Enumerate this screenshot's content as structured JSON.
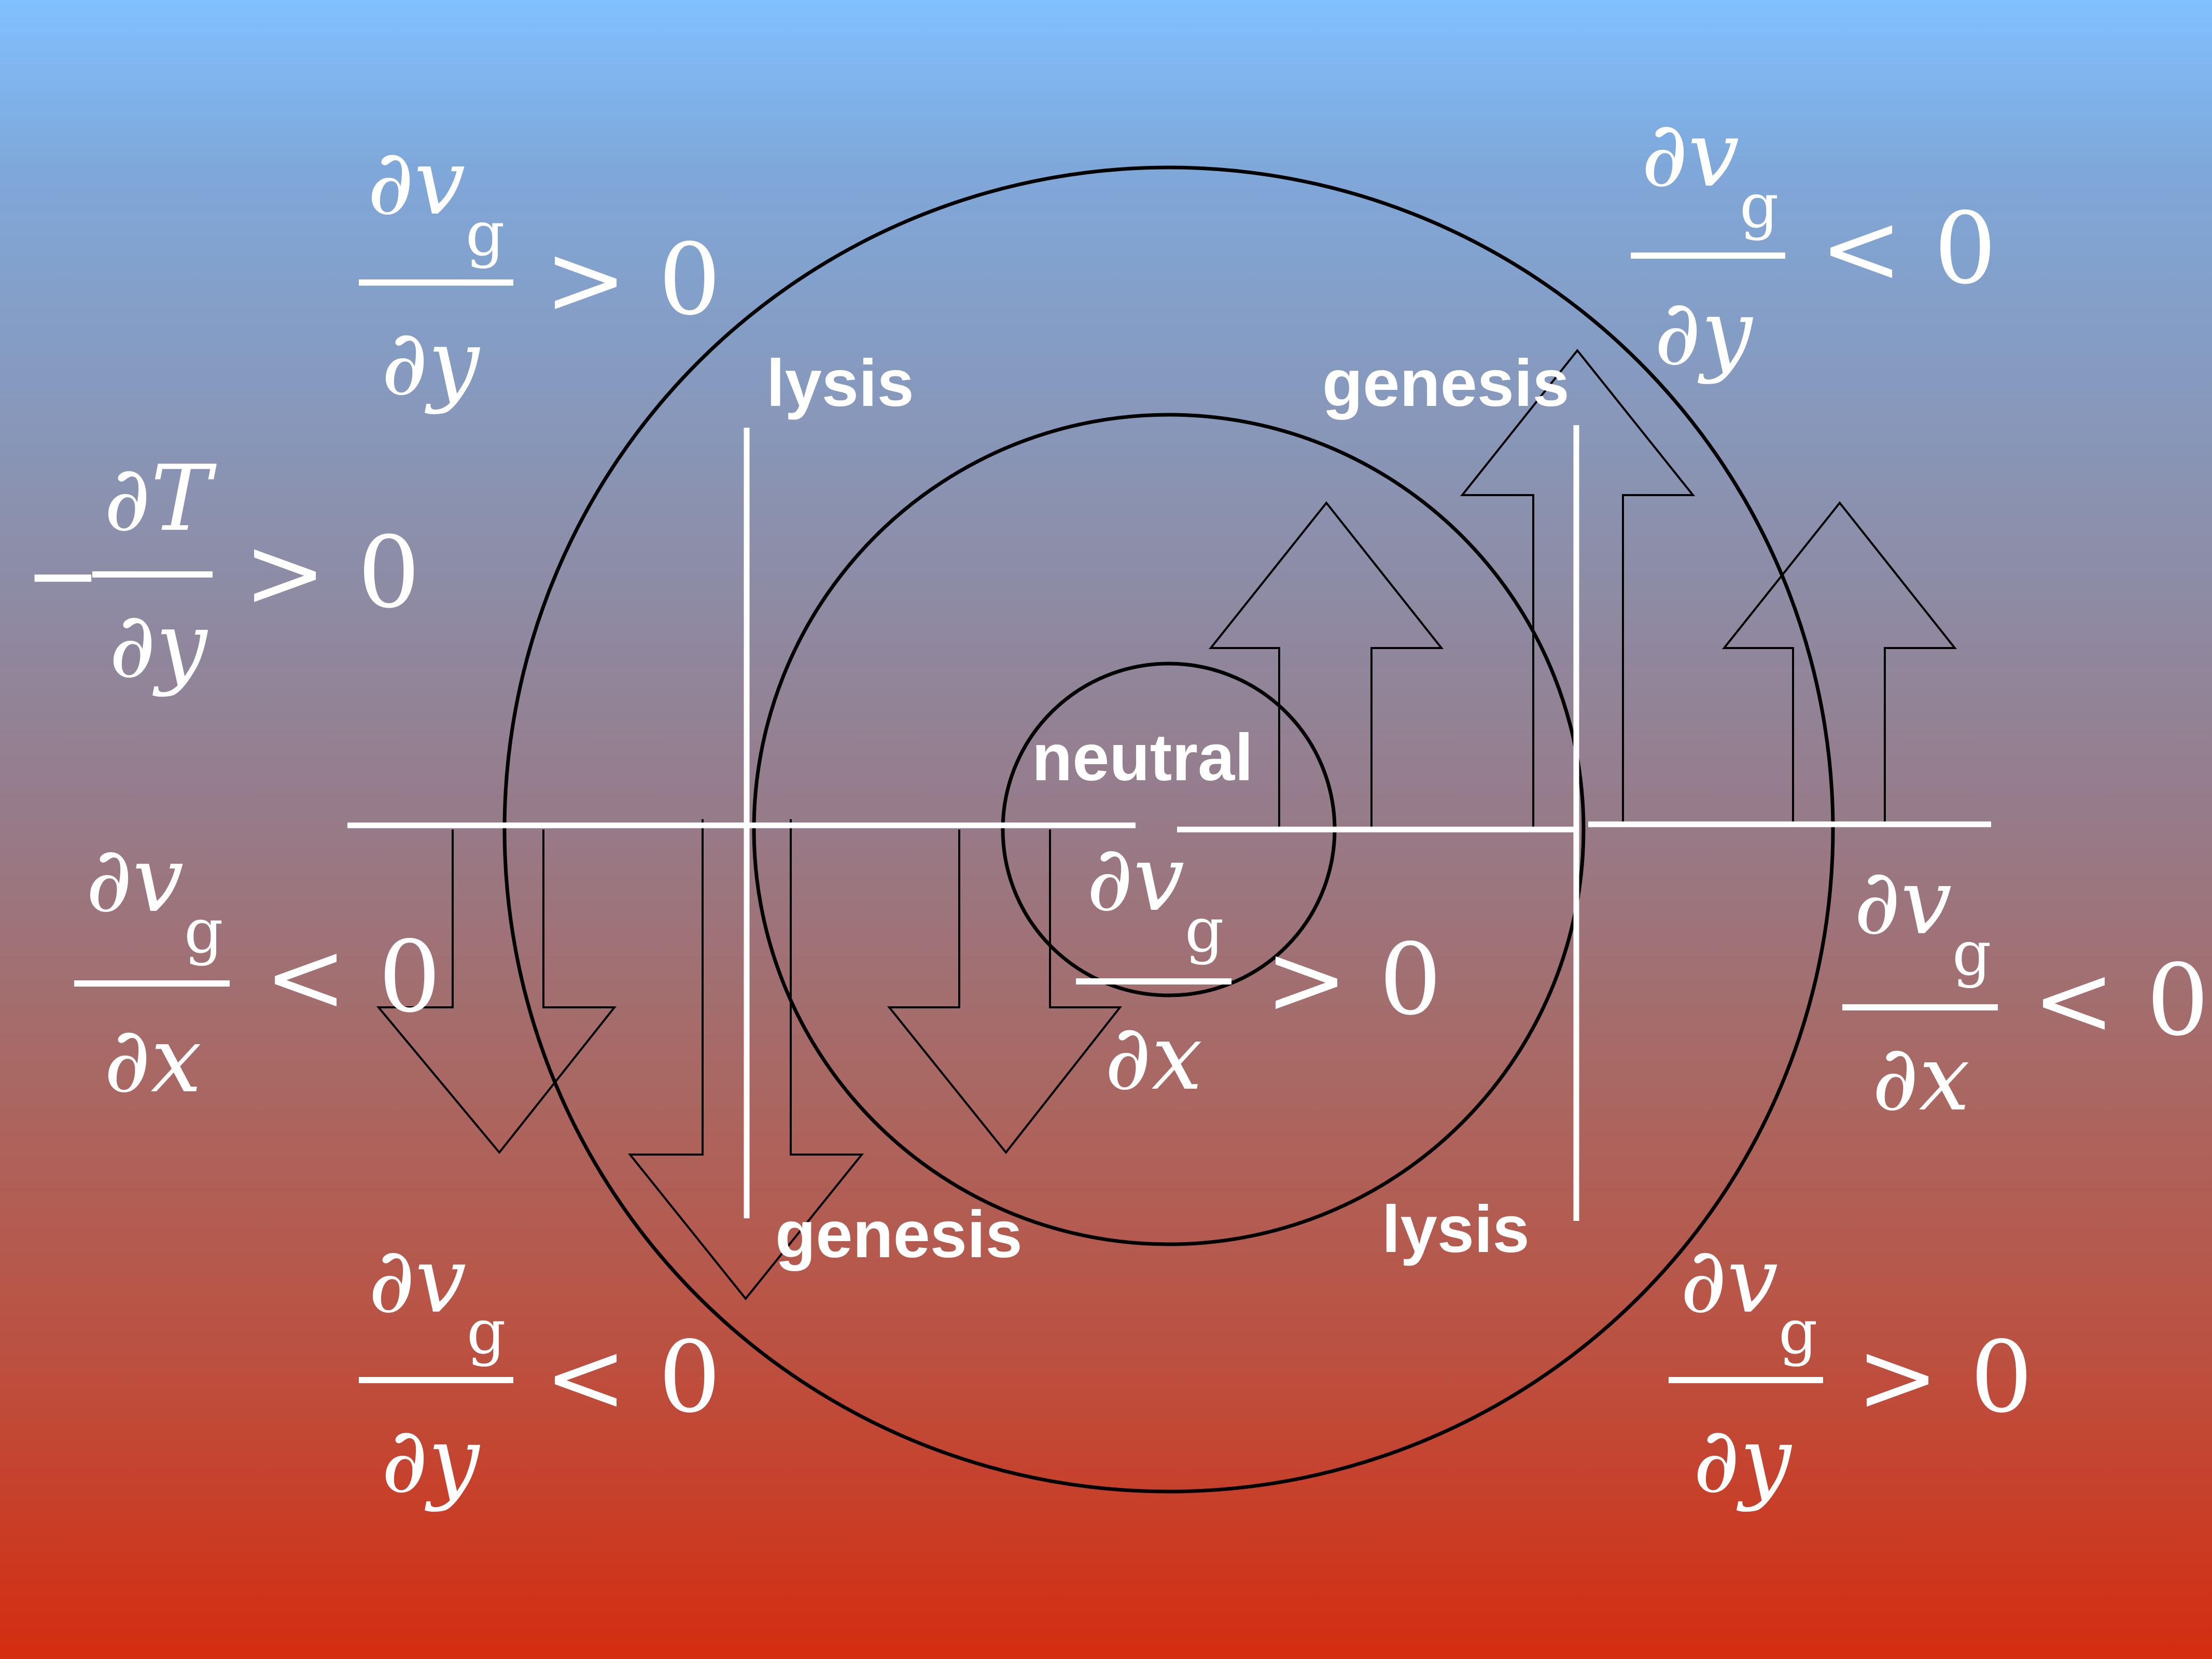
{
  "labels": {
    "lysis_top": "lysis",
    "genesis_top": "genesis",
    "neutral": "neutral",
    "genesis_bottom": "genesis",
    "lysis_bottom": "lysis"
  },
  "equations": {
    "top_left": {
      "numerator": "∂v",
      "subscript": "g",
      "denominator": "∂y",
      "relation": "> 0"
    },
    "top_right": {
      "numerator": "∂v",
      "subscript": "g",
      "denominator": "∂y",
      "relation": "< 0"
    },
    "temperature": {
      "prefix": "−",
      "numerator": "∂T",
      "denominator": "∂y",
      "relation": "> 0"
    },
    "mid_left": {
      "numerator": "∂v",
      "subscript": "g",
      "denominator": "∂x",
      "relation": "< 0"
    },
    "center": {
      "numerator": "∂v",
      "subscript": "g",
      "denominator": "∂x",
      "relation": "> 0"
    },
    "mid_right": {
      "numerator": "∂v",
      "subscript": "g",
      "denominator": "∂x",
      "relation": "< 0"
    },
    "bottom_left": {
      "numerator": "∂v",
      "subscript": "g",
      "denominator": "∂y",
      "relation": "< 0"
    },
    "bottom_right": {
      "numerator": "∂v",
      "subscript": "g",
      "denominator": "∂y",
      "relation": "> 0"
    }
  },
  "colors": {
    "background_top": "#80c0ff",
    "background_bottom": "#d42d10",
    "contours": "#000000",
    "arrows_and_text": "#ffffff"
  }
}
